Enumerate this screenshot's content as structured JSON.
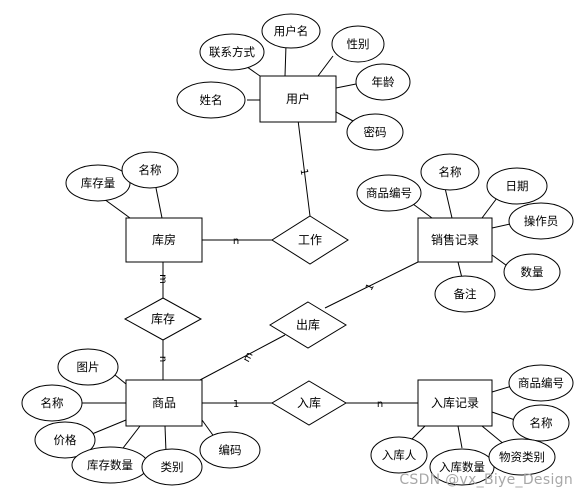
{
  "entities": {
    "user": "用户",
    "warehouse": "库房",
    "product": "商品",
    "sales_record": "销售记录",
    "inbound_record": "入库记录"
  },
  "relations": {
    "work": "工作",
    "stock": "库存",
    "outbound": "出库",
    "inbound": "入库"
  },
  "attributes": {
    "user": [
      "联系方式",
      "用户名",
      "性别",
      "年龄",
      "姓名",
      "密码"
    ],
    "warehouse": [
      "库存量",
      "名称"
    ],
    "product": [
      "图片",
      "名称",
      "价格",
      "库存数量",
      "类别",
      "编码"
    ],
    "sales_record": [
      "商品编号",
      "名称",
      "日期",
      "操作员",
      "数量",
      "备注"
    ],
    "inbound_record": [
      "商品编号",
      "名称",
      "入库人",
      "入库数量",
      "物资类别"
    ]
  },
  "cardinalities": {
    "user_work": "1",
    "warehouse_work": "n",
    "warehouse_stock": "m",
    "product_stock": "n",
    "product_outbound": "m",
    "sales_outbound": "1",
    "product_inbound": "1",
    "inbound_record_inbound": "n"
  },
  "watermark": "CSDN @vx_Biye_Design"
}
